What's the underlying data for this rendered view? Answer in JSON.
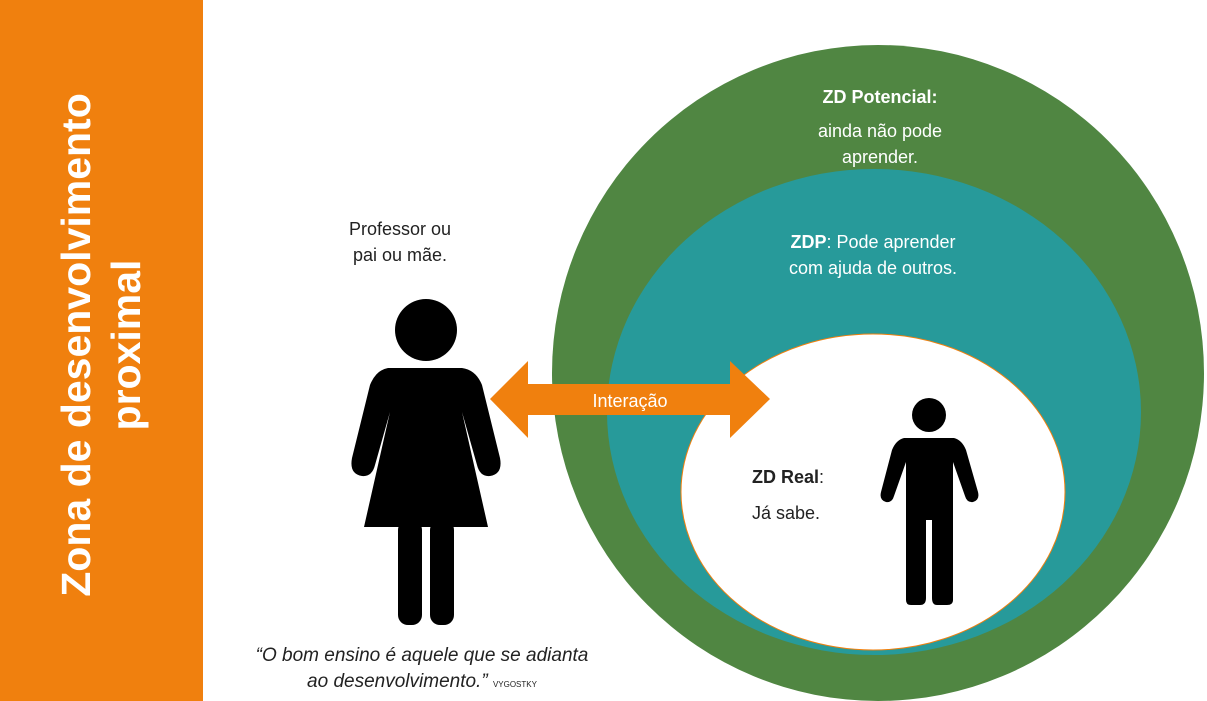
{
  "title": {
    "line1": "Zona de desenvolvimento",
    "line2": "proximal"
  },
  "teacher_label": {
    "line1": "Professor ou",
    "line2": "pai ou mãe."
  },
  "arrow_label": "Interação",
  "zones": {
    "potencial": {
      "title": "ZD Potencial:",
      "line1": "ainda não pode",
      "line2": "aprender."
    },
    "zdp": {
      "title": "ZDP",
      "rest": ": Pode aprender",
      "line2": "com ajuda de outros."
    },
    "real": {
      "title": "ZD Real",
      "colon": ":",
      "desc": "Já sabe."
    }
  },
  "quote": {
    "line1": "“O bom ensino é aquele que se adianta",
    "line2": "ao desenvolvimento.”",
    "author": "VYGOSTKY"
  },
  "colors": {
    "orange": "#f0800e",
    "green": "#508642",
    "teal": "#279a9a"
  }
}
